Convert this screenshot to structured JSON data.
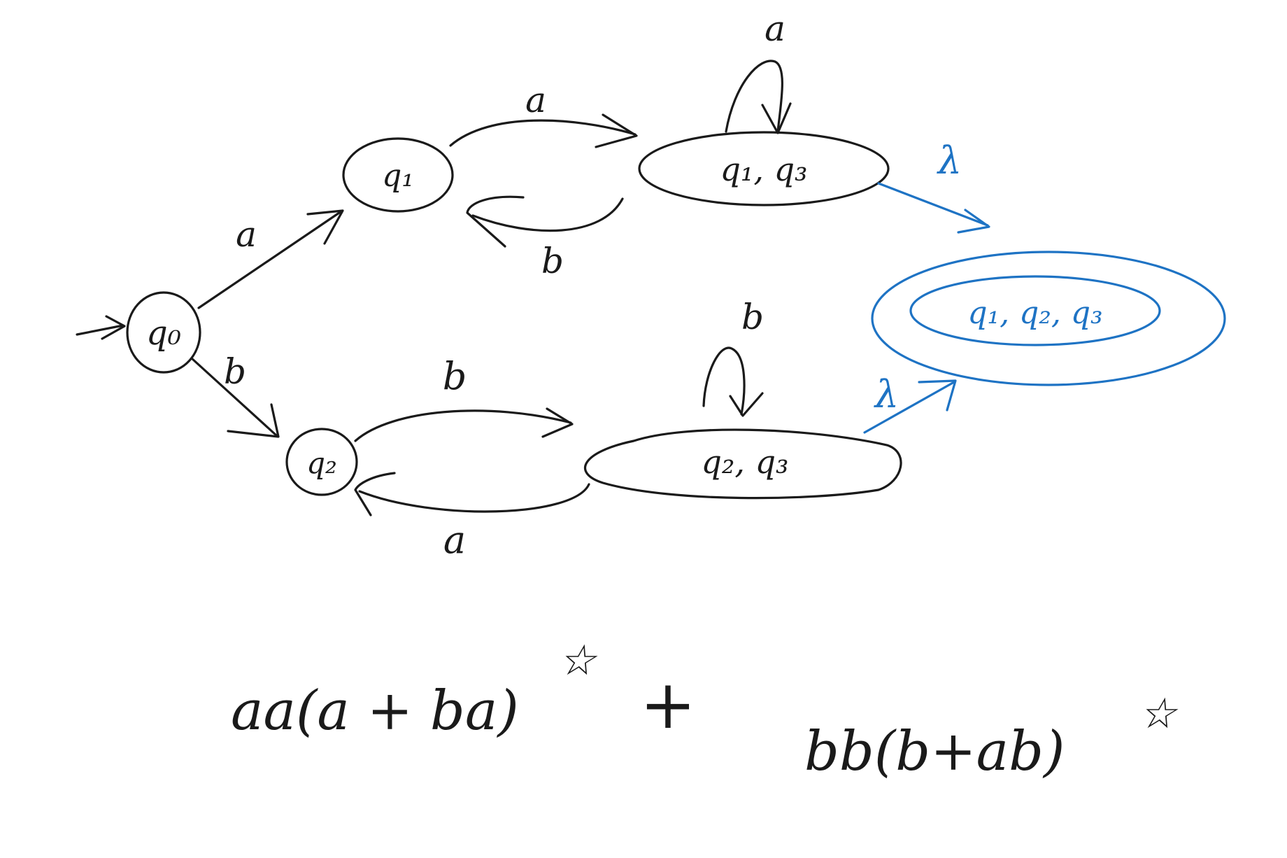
{
  "states": {
    "q0": "q₀",
    "q1": "q₁",
    "q2": "q₂",
    "q1q3": "q₁, q₃",
    "q2q3": "q₂, q₃",
    "q1q2q3": "q₁, q₂, q₃"
  },
  "transitions": {
    "q0_q1": "a",
    "q0_q2": "b",
    "q1_q1q3": "a",
    "q1q3_q1": "b",
    "q1q3_self": "a",
    "q1q3_final": "λ",
    "q2_q2q3": "b",
    "q2q3_q2": "a",
    "q2q3_self": "b",
    "q2q3_final": "λ"
  },
  "expression": {
    "part1": "aa(a + ba)",
    "star1": "☆",
    "plus": "+",
    "part2": "bb(b+ab)",
    "star2": "☆"
  },
  "colors": {
    "ink": "#1a1a1a",
    "accent": "#1e73c4"
  }
}
